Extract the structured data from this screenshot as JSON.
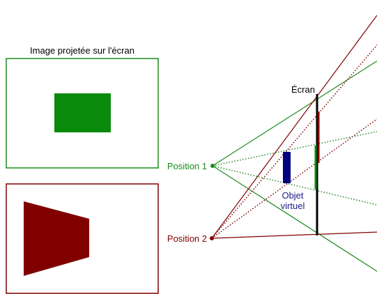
{
  "panel_top_title": "Image projetée sur l'écran",
  "screen_label": "Écran",
  "position1_label": "Position 1",
  "position2_label": "Position 2",
  "object_label_line1": "Objet",
  "object_label_line2": "virtuel",
  "colors": {
    "green": "#1b8a1b",
    "green_fill": "#0a8a0a",
    "dark_red": "#800000",
    "navy": "#000080",
    "navy_text": "#1a1a8c",
    "black": "#000000"
  }
}
